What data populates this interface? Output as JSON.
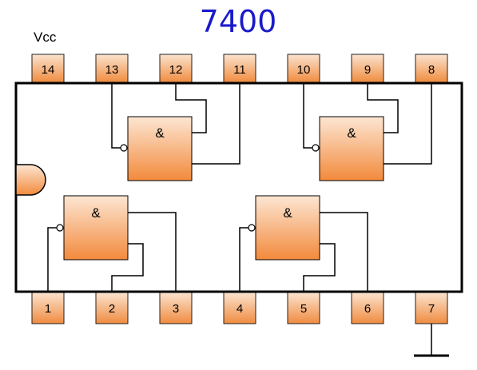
{
  "title": "7400",
  "vcc_label": "Vcc",
  "gate_symbol": "&",
  "pins_top": [
    "14",
    "13",
    "12",
    "11",
    "10",
    "9",
    "8"
  ],
  "pins_bottom": [
    "1",
    "2",
    "3",
    "4",
    "5",
    "6",
    "7"
  ],
  "colors": {
    "title": "#1a1acc",
    "pin_fill_top": "#fbe3cf",
    "pin_fill_bottom": "#f08c40",
    "gate_fill_top": "#fde6d3",
    "gate_fill_bottom": "#f28a3c"
  }
}
